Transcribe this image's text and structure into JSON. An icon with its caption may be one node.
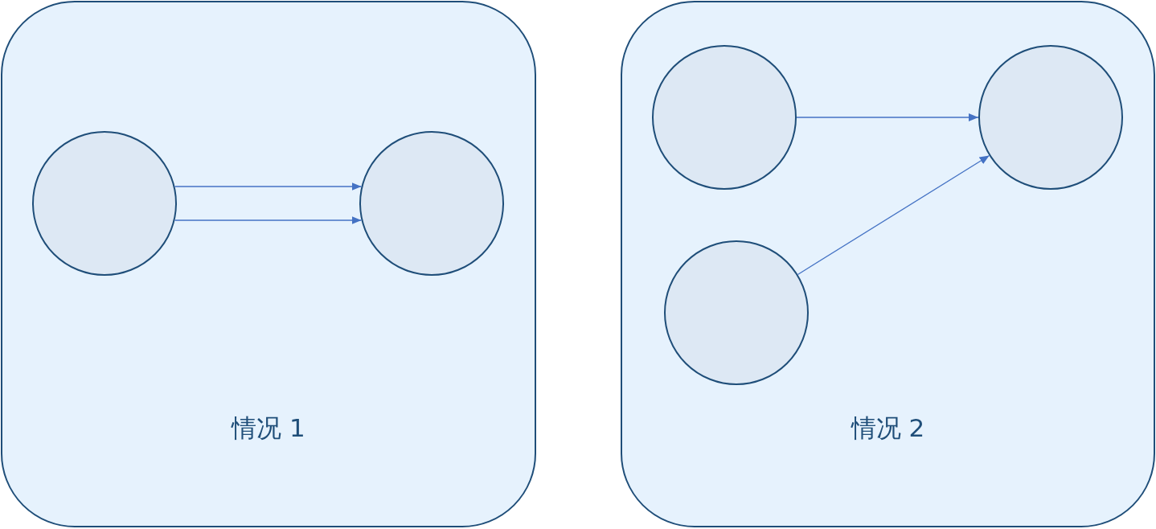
{
  "diagram": {
    "nodes": [
      {
        "text": [
          "情况 1"
        ]
      },
      {
        "text": [],
        "shape": "circle",
        "in": 0
      },
      {
        "text": [],
        "shape": "circle",
        "in": 0
      },
      {
        "text": [
          "情况 2"
        ]
      },
      {
        "text": [],
        "shape": "circle",
        "in": 3
      },
      {
        "text": [],
        "shape": "circle",
        "in": 3
      },
      {
        "text": [],
        "shape": "circle",
        "in": 3
      }
    ],
    "edges": [
      {
        "from": 1,
        "to": 2,
        "arrow": "to"
      },
      {
        "from": 1,
        "to": 2,
        "arrow": "to"
      },
      {
        "from": 4,
        "to": 5,
        "arrow": "to"
      },
      {
        "from": 6,
        "to": 5,
        "arrow": "to"
      }
    ]
  }
}
